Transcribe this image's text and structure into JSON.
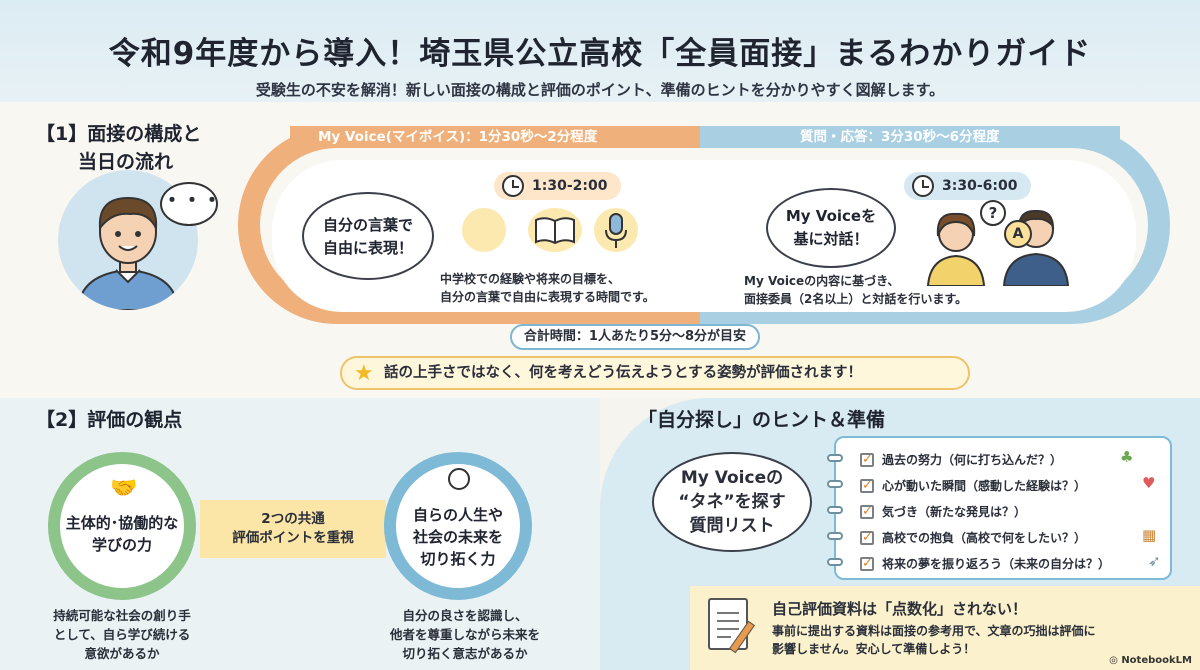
{
  "header": {
    "title": "令和9年度から導入！埼玉県公立高校「全員面接」まるわかりガイド",
    "subtitle": "受験生の不安を解消！新しい面接の構成と評価のポイント、準備のヒントを分かりやすく図解します。"
  },
  "section1": {
    "heading_line1": "【1】面接の構成と",
    "heading_line2": "当日の流れ",
    "speech_dots": "・・・",
    "myvoice": {
      "band_label": "My Voice(マイボイス)：1分30秒～2分程度",
      "time": "1:30-2:00",
      "bubble_line1": "自分の言葉で",
      "bubble_line2": "自由に表現！",
      "desc_line1": "中学校での経験や将来の目標を、",
      "desc_line2": "自分の言葉で自由に表現する時間です。"
    },
    "qa": {
      "band_label": "質問・応答：3分30秒～6分程度",
      "time": "3:30-6:00",
      "bubble_line1": "My Voiceを",
      "bubble_line2": "基に対話！",
      "desc_line1": "My Voiceの内容に基づき、",
      "desc_line2": "面接委員（2名以上）と対話を行います。",
      "question_mark": "?",
      "answer_mark": "A"
    },
    "total": "合計時間：1人あたり5分～8分が目安",
    "key_point": "話の上手さではなく、何を考えどう伝えようとする姿勢が評価されます！"
  },
  "section2": {
    "heading": "【2】評価の観点",
    "left_circle_line1": "主体的･協働的な",
    "left_circle_line2": "学びの力",
    "center_line1": "2つの共通",
    "center_line2": "評価ポイントを重視",
    "right_circle_line1": "自らの人生や",
    "right_circle_line2": "社会の未来を",
    "right_circle_line3": "切り拓く力",
    "left_desc_line1": "持続可能な社会の創り手",
    "left_desc_line2": "として、自ら学び続ける",
    "left_desc_line3": "意欲があるか",
    "right_desc_line1": "自分の良さを認識し、",
    "right_desc_line2": "他者を尊重しながら未来を",
    "right_desc_line3": "切り拓く意志があるか"
  },
  "section3": {
    "heading": "「自分探し」のヒント＆準備",
    "cloud_line1": "My Voiceの",
    "cloud_line2": "“タネ”を探す",
    "cloud_line3": "質問リスト",
    "checklist": [
      "過去の努力（何に打ち込んだ？）",
      "心が動いた瞬間（感動した経験は？）",
      "気づき（新たな発見は？）",
      "高校での抱負（高校で何をしたい？）",
      "将来の夢を振り返ろう（未来の自分は？）"
    ],
    "note_title": "自己評価資料は「点数化」されない！",
    "note_line1": "事前に提出する資料は面接の参考用で、文章の巧拙は評価に",
    "note_line2": "影響しません。安心して準備しよう！"
  },
  "footer": {
    "brand": "NotebookLM"
  },
  "colors": {
    "orange": "#efb07c",
    "blue": "#a9cfe2",
    "green": "#8cc48a",
    "yellow": "#fbe6a7"
  }
}
